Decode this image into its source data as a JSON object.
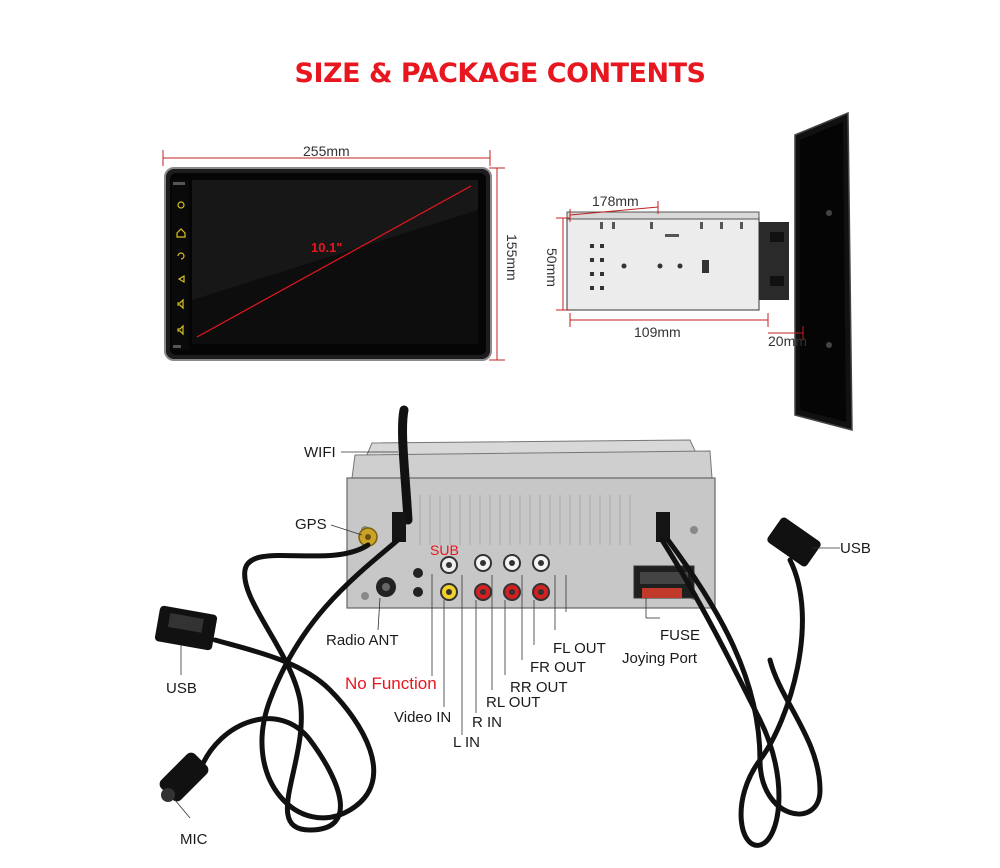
{
  "title": "SIZE & PACKAGE CONTENTS",
  "front_view": {
    "width_label": "255mm",
    "height_label": "155mm",
    "diagonal_label": "10.1\""
  },
  "side_view": {
    "width_label": "178mm",
    "height_label": "50mm",
    "depth_label": "109mm",
    "offset_label": "20mm"
  },
  "connectors": {
    "wifi": "WIFI",
    "gps": "GPS",
    "usb_right": "USB",
    "usb_left": "USB",
    "radio_ant": "Radio ANT",
    "no_function": "No Function",
    "sub": "SUB",
    "video_in": "Video IN",
    "l_in": "L IN",
    "r_in": "R IN",
    "rl_out": "RL OUT",
    "rr_out": "RR OUT",
    "fr_out": "FR OUT",
    "fl_out": "FL OUT",
    "fuse": "FUSE",
    "joying_port": "Joying Port",
    "mic": "MIC"
  },
  "colors": {
    "accent": "#e8161e",
    "icon": "#d8c020"
  }
}
